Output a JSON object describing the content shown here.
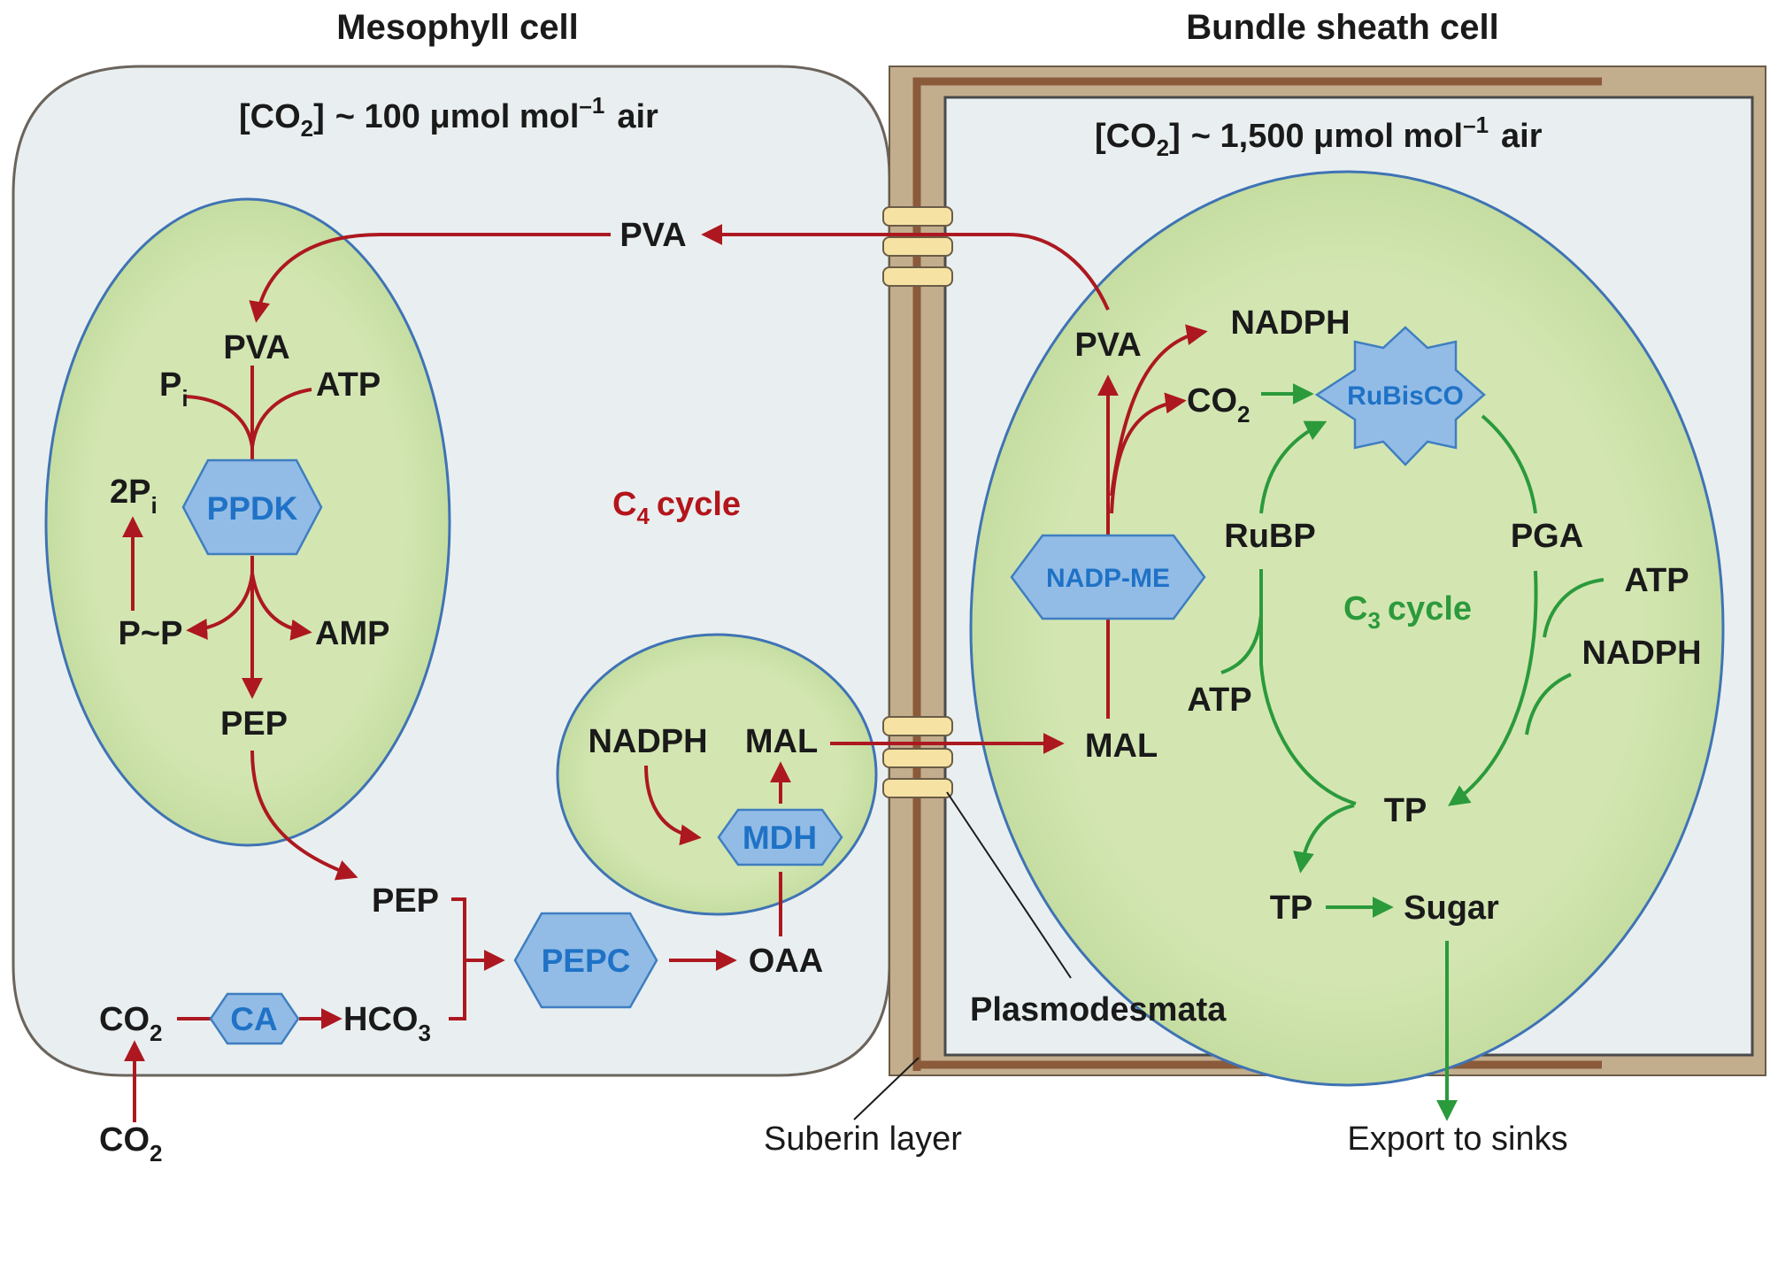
{
  "headers": {
    "mesophyll": "Mesophyll cell",
    "bundle_sheath": "Bundle sheath cell"
  },
  "co2_levels": {
    "mesophyll": "~ 100 μmol mol",
    "bundle_sheath": "~ 1,500 μmol mol",
    "superscript": "–1",
    "suffix": "air",
    "co2_open": "[CO",
    "co2_close": "]"
  },
  "cycles": {
    "c4_prefix": "C",
    "c4_sub": "4",
    "c4_suffix": "cycle",
    "c3_prefix": "C",
    "c3_sub": "3",
    "c3_suffix": "cycle"
  },
  "enzymes": {
    "ppdk": "PPDK",
    "mdh": "MDH",
    "pepc": "PEPC",
    "ca": "CA",
    "nadp_me": "NADP-ME",
    "rubisco": "RuBisCO"
  },
  "mesophyll": {
    "pva_cyto": "PVA",
    "pva_chloro": "PVA",
    "pi": "P",
    "pi_sub": "i",
    "atp": "ATP",
    "two_pi": "2P",
    "two_pi_sub": "i",
    "ppi": "P~P",
    "amp": "AMP",
    "pep_chloro": "PEP",
    "pep_cyto": "PEP",
    "nadph": "NADPH",
    "mal": "MAL",
    "oaa": "OAA",
    "co2_in": "CO",
    "co2_in_sub": "2",
    "co2_out": "CO",
    "co2_out_sub": "2",
    "hco3": "HCO",
    "hco3_sub": "3"
  },
  "bundle": {
    "pva": "PVA",
    "nadph_top": "NADPH",
    "co2": "CO",
    "co2_sub": "2",
    "rubp": "RuBP",
    "pga": "PGA",
    "atp_left": "ATP",
    "atp_right": "ATP",
    "nadph_right": "NADPH",
    "mal": "MAL",
    "tp_chloro": "TP",
    "tp_cyto": "TP",
    "sugar": "Sugar"
  },
  "annotations": {
    "plasmodesmata": "Plasmodesmata",
    "suberin": "Suberin layer",
    "export": "Export to sinks"
  },
  "colors": {
    "c4_arrow": "#ad1820",
    "c3_arrow": "#2b9a3b",
    "chloroplast": "#d3e6b2",
    "cytoplasm": "#e9eff0",
    "enzyme": "#92bce6",
    "wall": "#c2ad8d",
    "suberin": "#8a5a3a"
  }
}
